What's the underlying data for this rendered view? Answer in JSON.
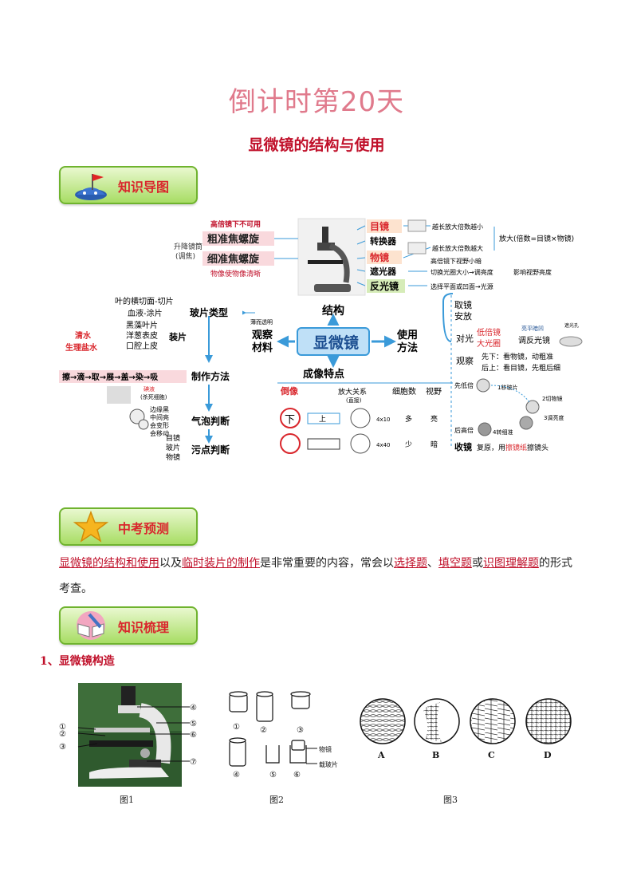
{
  "header": {
    "main_title": "倒计时第20天",
    "sub_title": "显微镜的结构与使用"
  },
  "sections": {
    "knowledge_map": "知识导图",
    "exam_forecast": "中考预测",
    "knowledge_review": "知识梳理"
  },
  "forecast": {
    "p1": "显微镜的结构和使用",
    "p2": "以及",
    "p3": "临时装片的制作",
    "p4": "是非常重要的内容，常会以",
    "p5": "选择题",
    "p6": "、",
    "p7": "填空题",
    "p8": "或",
    "p9": "识图理解题",
    "p10": "的形式",
    "p11": "考查。"
  },
  "review": {
    "heading": "1、显微镜构造",
    "fig1": "图1",
    "fig2": "图2",
    "fig3": "图3",
    "fig1_labels": [
      "①",
      "②",
      "③",
      "④",
      "⑤",
      "⑥",
      "⑦"
    ],
    "fig2_labels": [
      "①",
      "②",
      "③",
      "④",
      "⑤",
      "⑥"
    ],
    "fig2_objective": "物镜",
    "fig2_slide": "载玻片",
    "fig3_labels": [
      "A",
      "B",
      "C",
      "D"
    ]
  },
  "mindmap": {
    "center": "显微镜",
    "structure": "结构",
    "method": "使用\n方法",
    "observe": "观察\n材料",
    "imaging": "成像特点",
    "left_top": {
      "hp_note": "高倍镜下不可用",
      "coarse": "粗准焦螺旋",
      "fine": "细准焦螺旋",
      "lift": "升降镜筒\n(调焦)",
      "fine_note": "物像使物像清晰"
    },
    "parts": {
      "eyepiece": "目镜",
      "converter": "转换器",
      "objective": "物镜",
      "diaphragm": "遮光器",
      "mirror": "反光镜",
      "ep_note": "越长放大倍数越小",
      "obj_note": "越长放大倍数越大",
      "magnify": "放大(倍数=目镜×物镜)",
      "hp_dark": "高倍镜下视野小暗",
      "dia_note": "切换光圈大小→调亮度",
      "mirror_note": "选择平面或凹面→光源",
      "affect": "影响视野亮度"
    },
    "slides": {
      "type": "玻片类型",
      "thin": "薄而透明",
      "section": "叶的横切面-切片",
      "smear": "血液-涂片",
      "mount": "装片",
      "m1": "黑藻叶片",
      "m2": "洋葱表皮",
      "m3": "口腔上皮",
      "water": "清水",
      "saline": "生理盐水",
      "steps": "擦→滴→取→展→盖→染→吸",
      "make": "制作方法",
      "stain": "碘液",
      "stain_note": "(杀死细胞)",
      "bubble_desc": "边缘黑\n中间亮\n会变形\n会移动",
      "bubble": "气泡判断",
      "dirt_list": "目镜\n玻片\n物镜",
      "dirt": "污点判断"
    },
    "imaging_cols": {
      "invert": "倒像",
      "ratio": "放大关系\n(直接)",
      "cells": "细胞数",
      "view": "视野",
      "up": "上",
      "r1": "4x10",
      "r2": "4x40",
      "c1": "多",
      "c2": "少",
      "v1": "亮",
      "v2": "暗"
    },
    "use": {
      "take": "取镜\n安放",
      "light": "对光",
      "low": "低倍镜",
      "big": "大光圈",
      "adjust": "调反光镜",
      "bright": "亮平暗凹",
      "see": "观察",
      "first": "先下：看物镜，动粗准",
      "then": "后上：看目镜，先粗后细",
      "lp": "先低倍",
      "s1": "1移玻片",
      "s2": "2切物镜",
      "s3": "3调亮度",
      "s4": "4转细准",
      "hp": "后高倍",
      "store": "收镜",
      "reset": "复原，用擦镜纸擦镜头",
      "eye": "遮光孔"
    }
  },
  "colors": {
    "title_pink": "#e07a8c",
    "red": "#c0102a",
    "green_border": "#6fb32e",
    "blue_arrow": "#3a9ad9"
  }
}
